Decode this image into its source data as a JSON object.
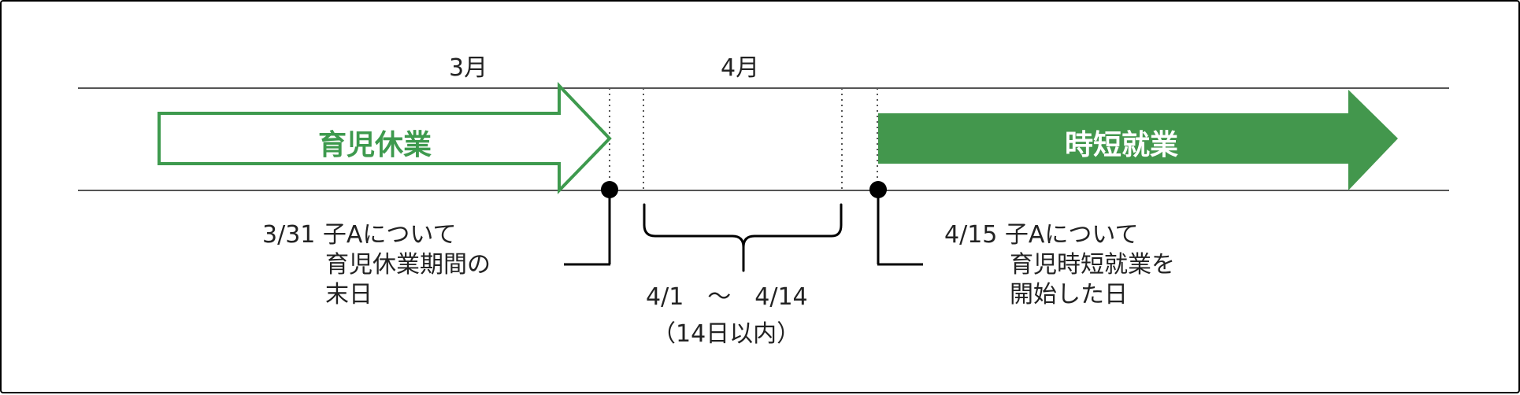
{
  "months": {
    "march": "3月",
    "april": "4月"
  },
  "childcare_leave": {
    "label": "育児休業",
    "color": "#3e9a4e"
  },
  "short_time_work": {
    "label": "時短就業",
    "color": "#43974d"
  },
  "left_event": {
    "line1": "3/31 子Aについて",
    "line2": "育児休業期間の",
    "line3": "末日"
  },
  "middle_period": {
    "line1": "4/1　～　4/14",
    "line2": "（14日以内）"
  },
  "right_event": {
    "line1": "4/15 子Aについて",
    "line2": "育児時短就業を",
    "line3": "開始した日"
  }
}
